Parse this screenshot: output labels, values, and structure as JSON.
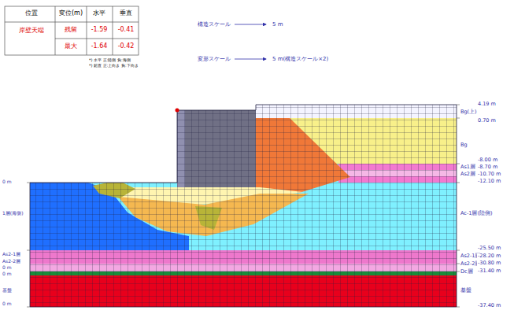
{
  "diagram": {
    "labels": [
      "位置",
      "変位(m)",
      "水平",
      "垂直",
      "岸壁天端",
      "残留",
      "-1.59",
      "-0.41",
      "最大",
      "-1.64",
      "-0.42",
      "*) 水平 正:陸側 負:海側",
      "*) 鉛直 正:上向き 負:下向き",
      "構造スケール",
      "5 m",
      "変形スケール",
      "5 m(構造スケール×2)",
      "4.19 m",
      "Bg(上)",
      "0.70 m",
      "Bg",
      "-8.00 m",
      "As1層",
      "-8.70 m",
      "As2層",
      "-10.70 m",
      "-12.10 m",
      "Ac-1層(陸側)",
      "-25.50 m",
      "As2-1層",
      "-28.20 m",
      "As2-2層",
      "-30.80 m",
      "Dc層",
      "-31.40 m",
      "基盤",
      "-37.40 m",
      "0 m",
      "1層(海側)",
      "As2-1層",
      "As2-2層",
      "0 m",
      "0 m",
      "基盤",
      "0 m"
    ]
  }
}
